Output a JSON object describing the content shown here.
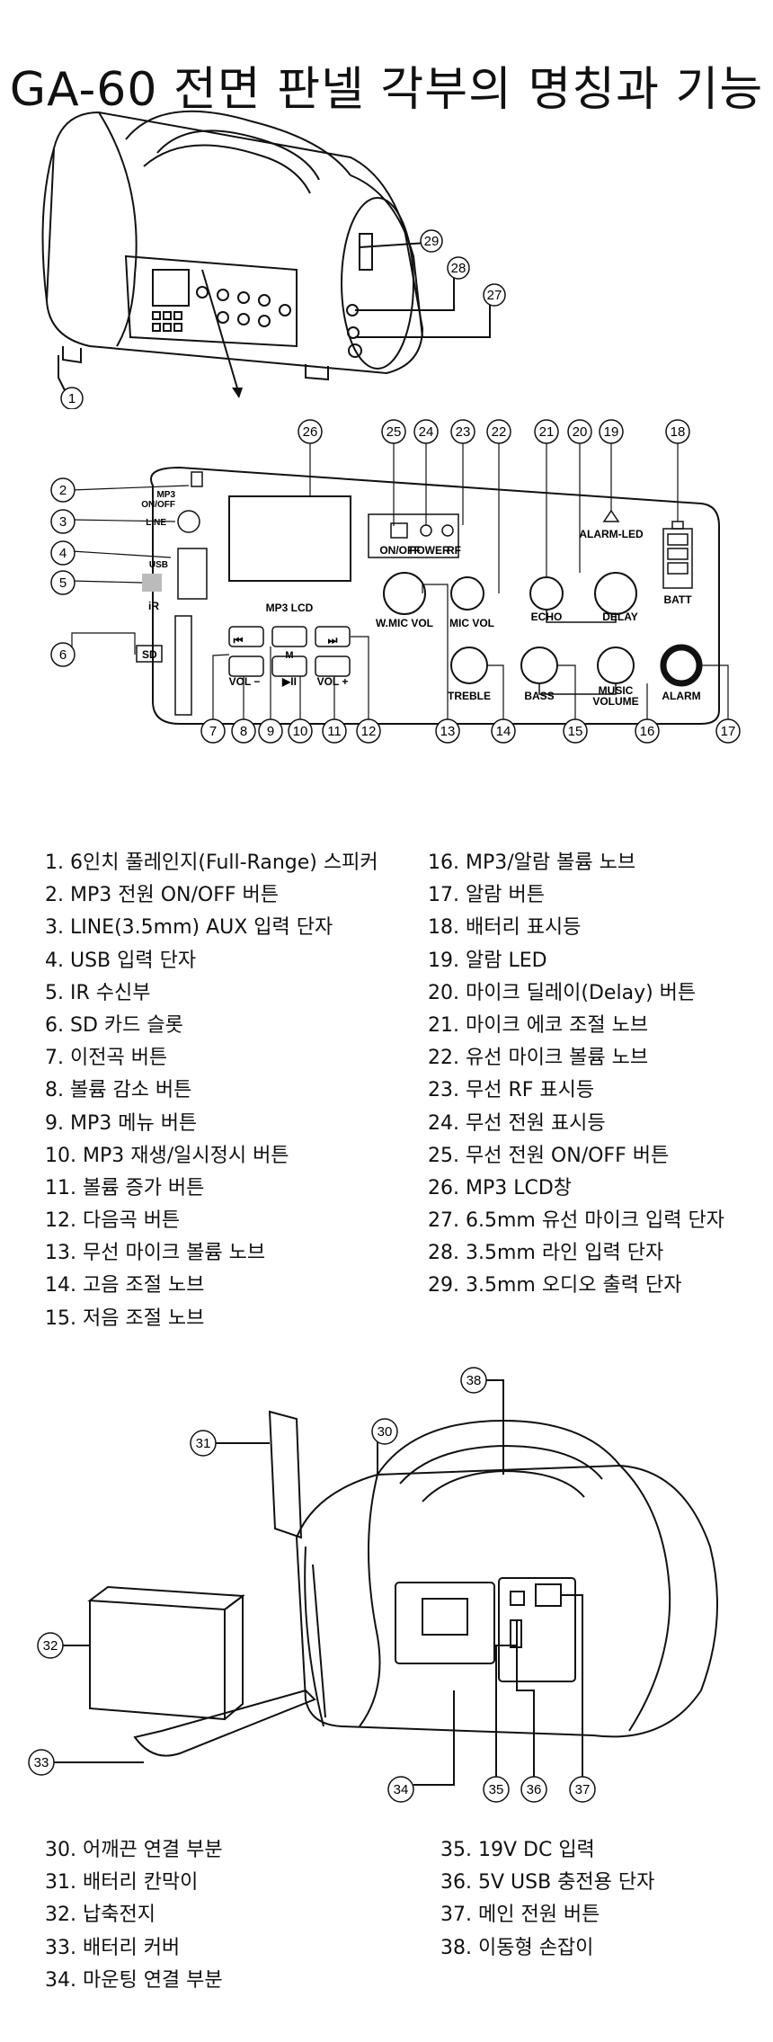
{
  "title": "GA-60 전면 판넬 각부의 명칭과 기능",
  "panel_labels": {
    "mp3_onoff_1": "MP3",
    "mp3_onoff_2": "ON/OFF",
    "line": "LINE",
    "usb": "USB",
    "ir": "iR",
    "sd": "SD",
    "mp3_lcd": "MP3 LCD",
    "onoff": "ON/OFF",
    "power": "POWER",
    "rf": "RF",
    "wmic_vol": "W.MIC VOL",
    "mic_vol": "MIC VOL",
    "echo": "ECHO",
    "delay": "DELAY",
    "alarm_led": "ALARM-LED",
    "batt": "BATT",
    "treble": "TREBLE",
    "bass": "BASS",
    "music_volume_1": "MUSIC",
    "music_volume_2": "VOLUME",
    "alarm": "ALARM",
    "prev": "⏮",
    "menu": "M",
    "next": "⏭",
    "vol_minus": "VOL −",
    "play_pause": "▶II",
    "vol_plus": "VOL +"
  },
  "callouts_top": [
    "1",
    "2",
    "3",
    "4",
    "5",
    "6",
    "7",
    "8",
    "9",
    "10",
    "11",
    "12",
    "13",
    "14",
    "15",
    "16",
    "17",
    "18",
    "19",
    "20",
    "21",
    "22",
    "23",
    "24",
    "25",
    "26",
    "27",
    "28",
    "29"
  ],
  "list_left": [
    "1. 6인치 풀레인지(Full-Range) 스피커",
    "2. MP3 전원 ON/OFF 버튼",
    "3. LINE(3.5mm) AUX 입력 단자",
    "4. USB 입력 단자",
    "5. IR 수신부",
    "6. SD 카드 슬롯",
    "7. 이전곡 버튼",
    "8. 볼륨 감소 버튼",
    "9. MP3 메뉴 버튼",
    "10. MP3 재생/일시정시 버튼",
    "11. 볼륨 증가 버튼",
    "12. 다음곡 버튼",
    "13. 무선 마이크 볼륨 노브",
    "14. 고음 조절 노브",
    "15. 저음 조절 노브"
  ],
  "list_right": [
    "16. MP3/알람 볼륨 노브",
    "17. 알람 버튼",
    "18. 배터리 표시등",
    "19. 알람 LED",
    "20. 마이크 딜레이(Delay) 버튼",
    "21. 마이크 에코 조절 노브",
    "22. 유선 마이크 볼륨 노브",
    "23. 무선 RF 표시등",
    "24. 무선 전원 표시등",
    "25. 무선 전원 ON/OFF 버튼",
    "26. MP3 LCD창",
    "27. 6.5mm 유선 마이크 입력 단자",
    "28. 3.5mm 라인 입력 단자",
    "29. 3.5mm 오디오 출력 단자"
  ],
  "callouts_bottom": [
    "30",
    "31",
    "32",
    "33",
    "34",
    "35",
    "36",
    "37",
    "38"
  ],
  "list_bottom_left": [
    "30. 어깨끈 연결 부분",
    "31. 배터리 칸막이",
    "32. 납축전지",
    "33. 배터리 커버",
    "34. 마운팅 연결 부분"
  ],
  "list_bottom_right": [
    "35. 19V DC 입력",
    "36. 5V USB 충전용 단자",
    "37. 메인 전원 버튼",
    "38. 이동형 손잡이"
  ]
}
